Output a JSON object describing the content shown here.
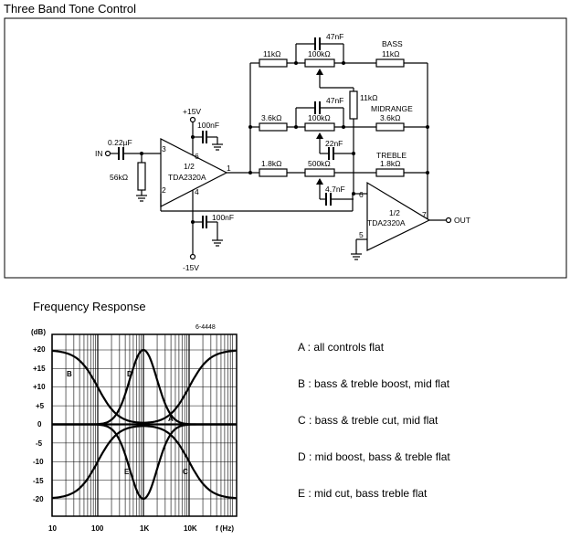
{
  "titles": {
    "main": "Three Band Tone Control",
    "freq": "Frequency Response"
  },
  "schematic": {
    "in_label": "IN",
    "out_label": "OUT",
    "cin": "0.22µF",
    "rin": "56kΩ",
    "pos_supply": "+15V",
    "neg_supply": "-15V",
    "cbyp_top": "100nF",
    "cbyp_bot": "100nF",
    "op1_name": "1/2",
    "op1_part": "TDA2320A",
    "op2_name": "1/2",
    "op2_part": "TDA2320A",
    "pin_3": "3",
    "pin_6": "6",
    "pin_2": "2",
    "pin_4": "4",
    "pin_1": "1",
    "pin2_6": "6",
    "pin2_5": "5",
    "pin2_7": "7",
    "bass_label": "BASS",
    "mid_label": "MIDRANGE",
    "treble_label": "TREBLE",
    "bass_r_left": "11kΩ",
    "bass_pot": "100kΩ",
    "bass_r_right": "11kΩ",
    "bass_cap": "47nF",
    "mid_r_left": "3.6kΩ",
    "mid_pot": "100kΩ",
    "mid_r_right": "3.6kΩ",
    "mid_cap": "47nF",
    "mid_r_vert": "11kΩ",
    "mid_cap2": "22nF",
    "treb_r_left": "1.8kΩ",
    "treb_pot": "500kΩ",
    "treb_r_right": "1.8kΩ",
    "treb_cap": "4.7nF"
  },
  "graph": {
    "unit_label": "(dB)",
    "code_label": "6-4448",
    "y_ticks": [
      "+20",
      "+15",
      "+10",
      "+5",
      "0",
      "-5",
      "-10",
      "-15",
      "-20"
    ],
    "x_ticks": [
      "10",
      "100",
      "1K",
      "10K",
      "f (Hz)"
    ],
    "curve_labels": [
      "B",
      "D",
      "A",
      "E",
      "C"
    ]
  },
  "legend": [
    "A : all controls flat",
    "B : bass & treble boost, mid flat",
    "C : bass & treble cut, mid flat",
    "D : mid boost, bass & treble flat",
    "E : mid cut, bass treble flat"
  ]
}
